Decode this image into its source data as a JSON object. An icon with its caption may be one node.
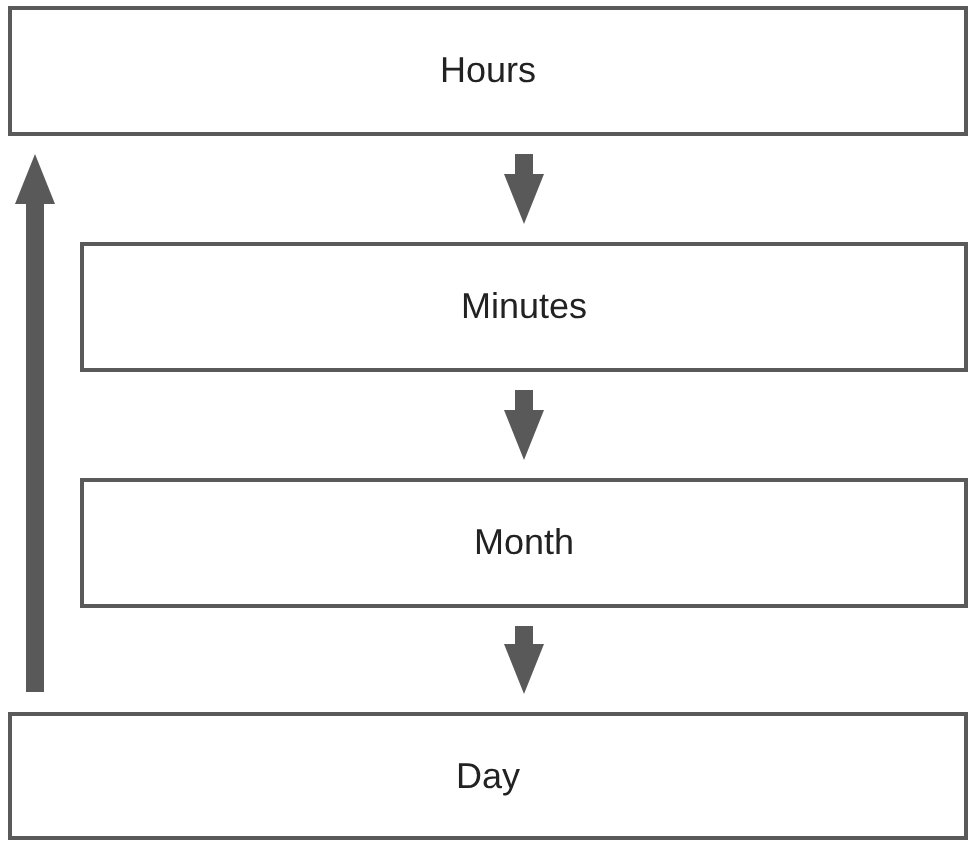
{
  "diagram": {
    "nodes": [
      {
        "text": [
          "Hours"
        ]
      },
      {
        "text": [
          "Minutes"
        ]
      },
      {
        "text": [
          "Month"
        ]
      },
      {
        "text": [
          "Day"
        ]
      }
    ],
    "edges": [
      {
        "from": 0,
        "to": 1,
        "arrow": "to"
      },
      {
        "from": 1,
        "to": 2,
        "arrow": "to"
      },
      {
        "from": 2,
        "to": 3,
        "arrow": "to"
      },
      {
        "from": 3,
        "to": 0,
        "arrow": "to"
      }
    ]
  }
}
